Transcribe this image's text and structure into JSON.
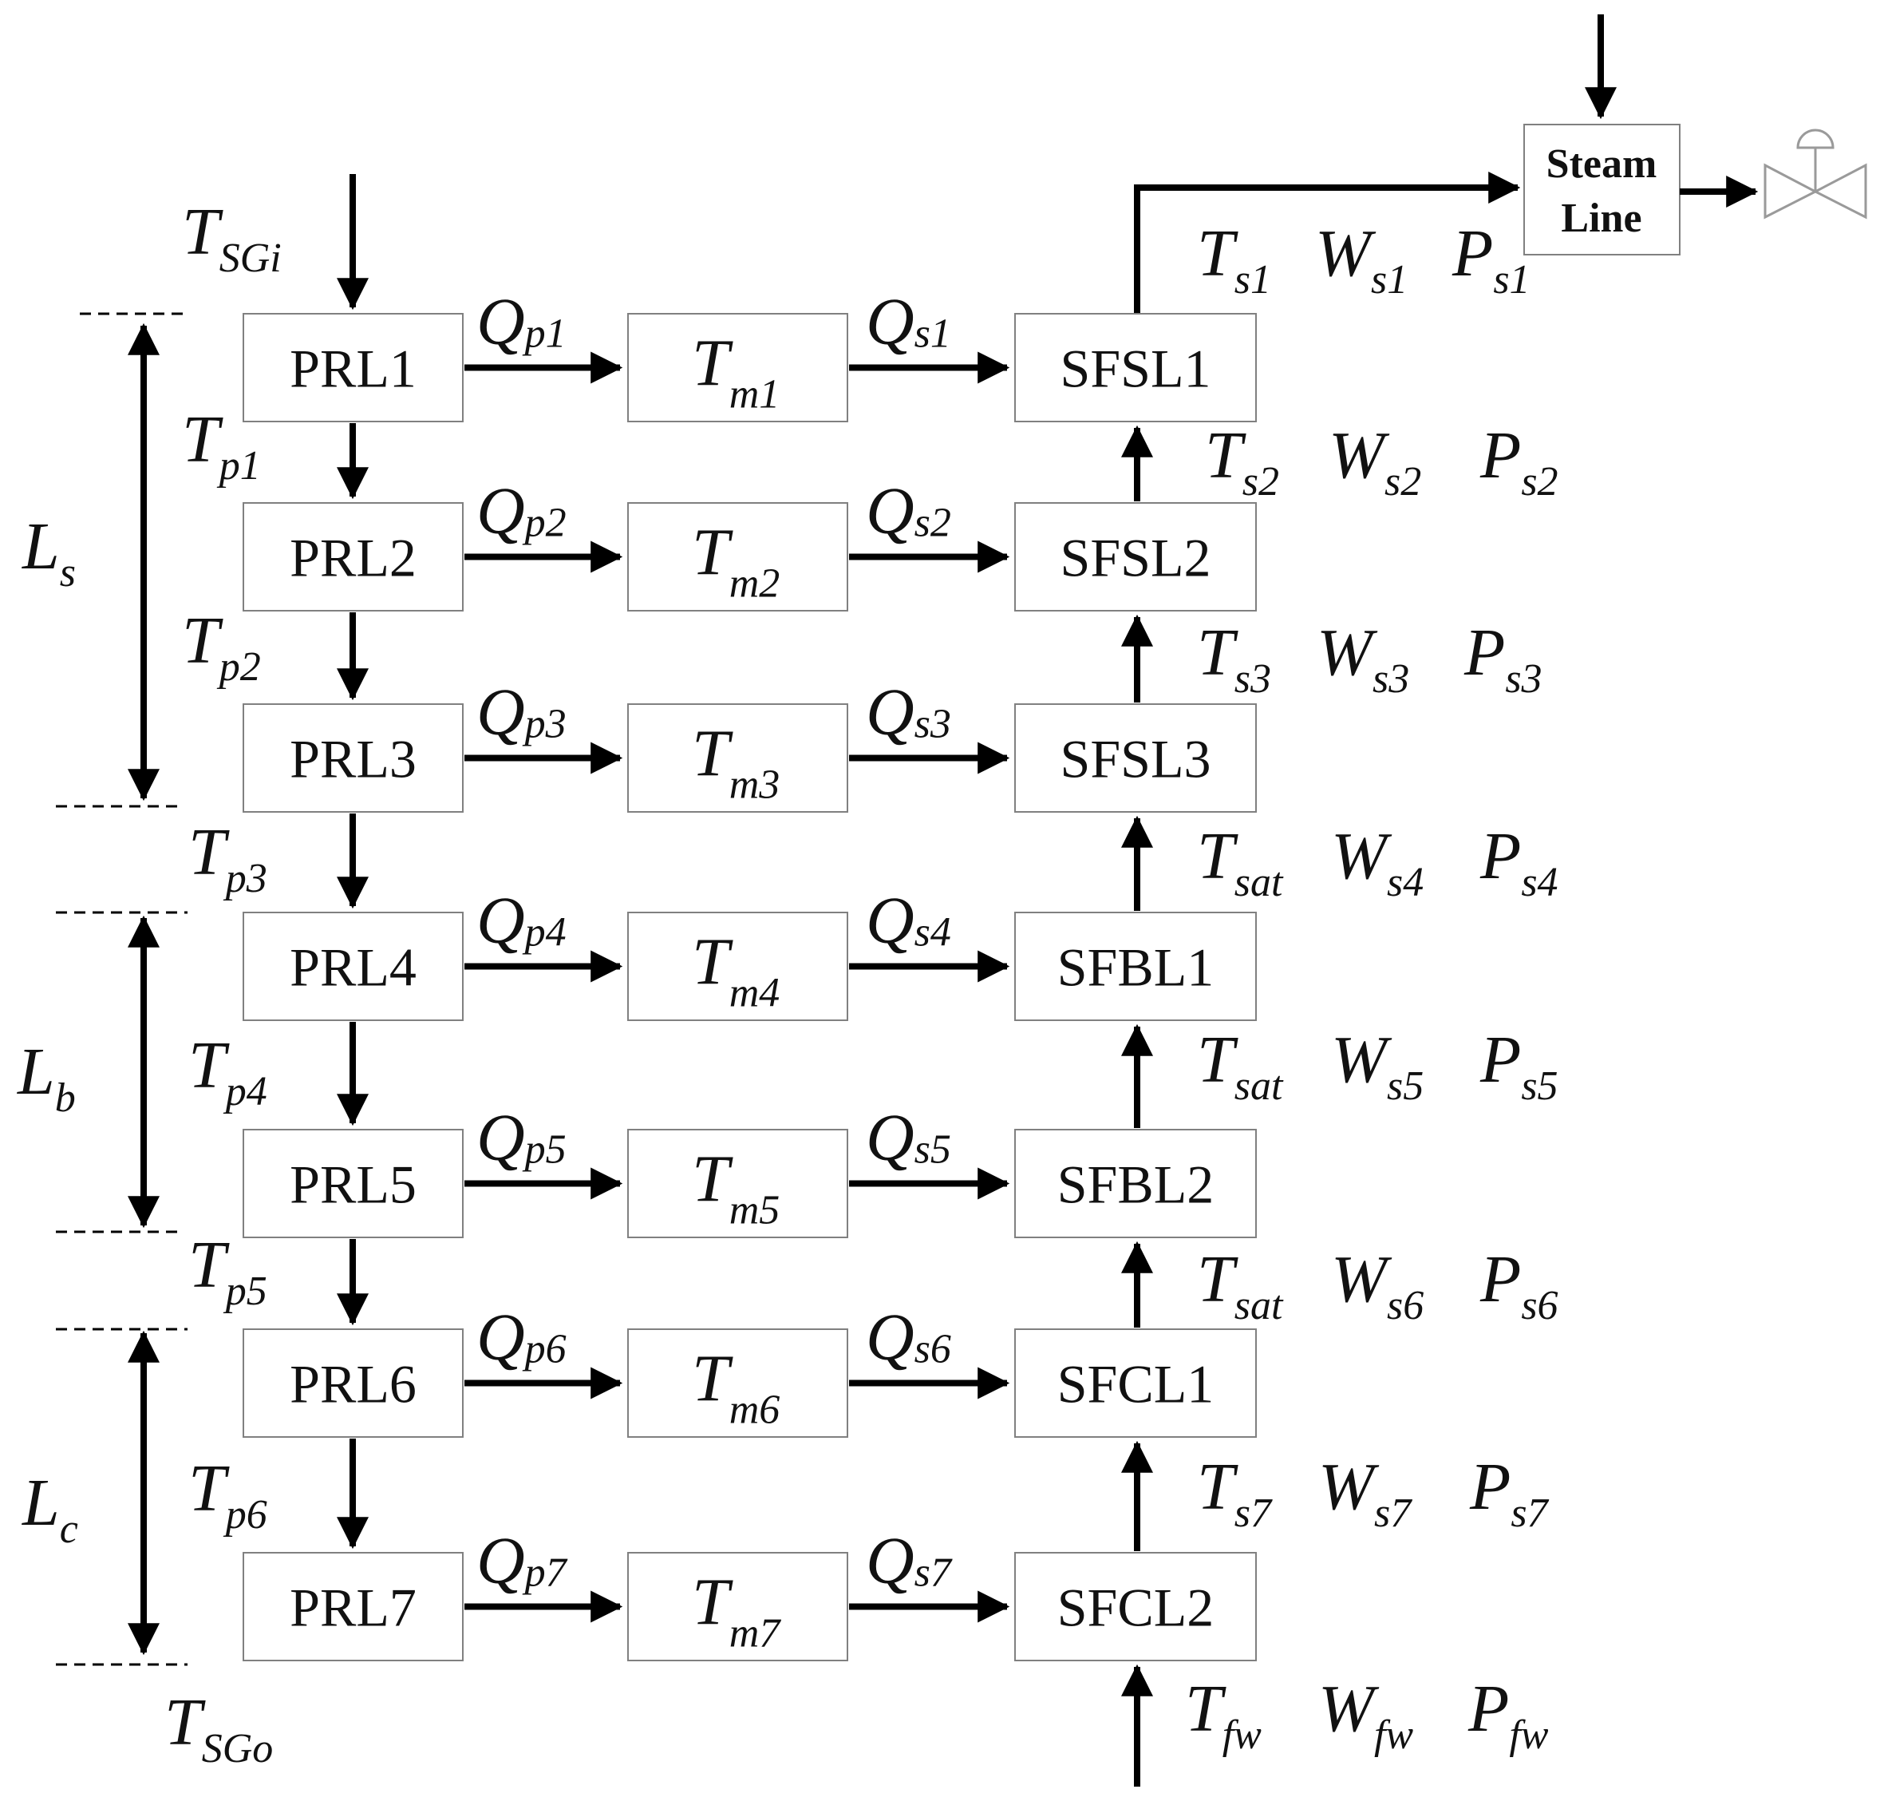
{
  "primary_boxes": [
    "PRL1",
    "PRL2",
    "PRL3",
    "PRL4",
    "PRL5",
    "PRL6",
    "PRL7"
  ],
  "metal_boxes": [
    {
      "base": "T",
      "sub": "m1"
    },
    {
      "base": "T",
      "sub": "m2"
    },
    {
      "base": "T",
      "sub": "m3"
    },
    {
      "base": "T",
      "sub": "m4"
    },
    {
      "base": "T",
      "sub": "m5"
    },
    {
      "base": "T",
      "sub": "m6"
    },
    {
      "base": "T",
      "sub": "m7"
    }
  ],
  "secondary_boxes": [
    "SFSL1",
    "SFSL2",
    "SFSL3",
    "SFBL1",
    "SFBL2",
    "SFCL1",
    "SFCL2"
  ],
  "qp_labels": [
    {
      "base": "Q",
      "sub": "p1"
    },
    {
      "base": "Q",
      "sub": "p2"
    },
    {
      "base": "Q",
      "sub": "p3"
    },
    {
      "base": "Q",
      "sub": "p4"
    },
    {
      "base": "Q",
      "sub": "p5"
    },
    {
      "base": "Q",
      "sub": "p6"
    },
    {
      "base": "Q",
      "sub": "p7"
    }
  ],
  "qs_labels": [
    {
      "base": "Q",
      "sub": "s1"
    },
    {
      "base": "Q",
      "sub": "s2"
    },
    {
      "base": "Q",
      "sub": "s3"
    },
    {
      "base": "Q",
      "sub": "s4"
    },
    {
      "base": "Q",
      "sub": "s5"
    },
    {
      "base": "Q",
      "sub": "s6"
    },
    {
      "base": "Q",
      "sub": "s7"
    }
  ],
  "tp_labels": [
    {
      "base": "T",
      "sub": "SGi"
    },
    {
      "base": "T",
      "sub": "p1"
    },
    {
      "base": "T",
      "sub": "p2"
    },
    {
      "base": "T",
      "sub": "p3"
    },
    {
      "base": "T",
      "sub": "p4"
    },
    {
      "base": "T",
      "sub": "p5"
    },
    {
      "base": "T",
      "sub": "p6"
    },
    {
      "base": "T",
      "sub": "SGo"
    }
  ],
  "state_rows": [
    [
      {
        "base": "T",
        "sub": "s1"
      },
      {
        "base": "W",
        "sub": "s1"
      },
      {
        "base": "P",
        "sub": "s1"
      }
    ],
    [
      {
        "base": "T",
        "sub": "s2"
      },
      {
        "base": "W",
        "sub": "s2"
      },
      {
        "base": "P",
        "sub": "s2"
      }
    ],
    [
      {
        "base": "T",
        "sub": "s3"
      },
      {
        "base": "W",
        "sub": "s3"
      },
      {
        "base": "P",
        "sub": "s3"
      }
    ],
    [
      {
        "base": "T",
        "sub": "sat"
      },
      {
        "base": "W",
        "sub": "s4"
      },
      {
        "base": "P",
        "sub": "s4"
      }
    ],
    [
      {
        "base": "T",
        "sub": "sat"
      },
      {
        "base": "W",
        "sub": "s5"
      },
      {
        "base": "P",
        "sub": "s5"
      }
    ],
    [
      {
        "base": "T",
        "sub": "sat"
      },
      {
        "base": "W",
        "sub": "s6"
      },
      {
        "base": "P",
        "sub": "s6"
      }
    ],
    [
      {
        "base": "T",
        "sub": "s7"
      },
      {
        "base": "W",
        "sub": "s7"
      },
      {
        "base": "P",
        "sub": "s7"
      }
    ],
    [
      {
        "base": "T",
        "sub": "fw"
      },
      {
        "base": "W",
        "sub": "fw"
      },
      {
        "base": "P",
        "sub": "fw"
      }
    ]
  ],
  "regions": [
    {
      "base": "L",
      "sub": "s"
    },
    {
      "base": "L",
      "sub": "b"
    },
    {
      "base": "L",
      "sub": "c"
    }
  ],
  "steam_line": {
    "line1": "Steam",
    "line2": "Line"
  },
  "colors": {
    "stroke": "#000000",
    "box_border": "#808080",
    "valve": "#9a9a9a"
  }
}
